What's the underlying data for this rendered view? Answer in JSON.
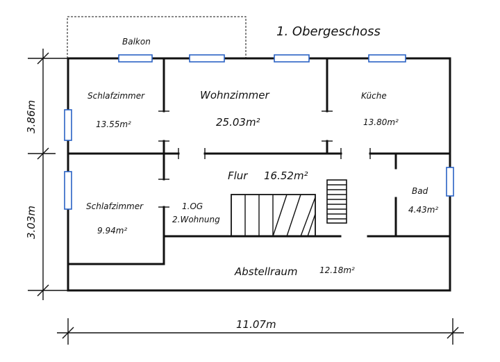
{
  "title": "1. Obergeschoss",
  "balcony": "Balkon",
  "rooms": {
    "bedroom1": {
      "name": "Schlafzimmer",
      "area": "13.55m²"
    },
    "living": {
      "name": "Wohnzimmer",
      "area": "25.03m²"
    },
    "kitchen": {
      "name": "Küche",
      "area": "13.80m²"
    },
    "hall": {
      "name": "Flur",
      "area": "16.52m²"
    },
    "bedroom2": {
      "name": "Schlafzimmer",
      "area": "9.94m²"
    },
    "bath": {
      "name": "Bad",
      "area": "4.43m²"
    },
    "storage": {
      "name": "Abstellraum",
      "area": "12.18m²"
    }
  },
  "note": {
    "line1": "1.OG",
    "line2": "2.Wohnung"
  },
  "dimensions": {
    "width": "11.07m",
    "upper_height": "3.86m",
    "lower_height": "3.03m"
  },
  "colors": {
    "wall": "#111111",
    "window": "#2a62c4"
  }
}
